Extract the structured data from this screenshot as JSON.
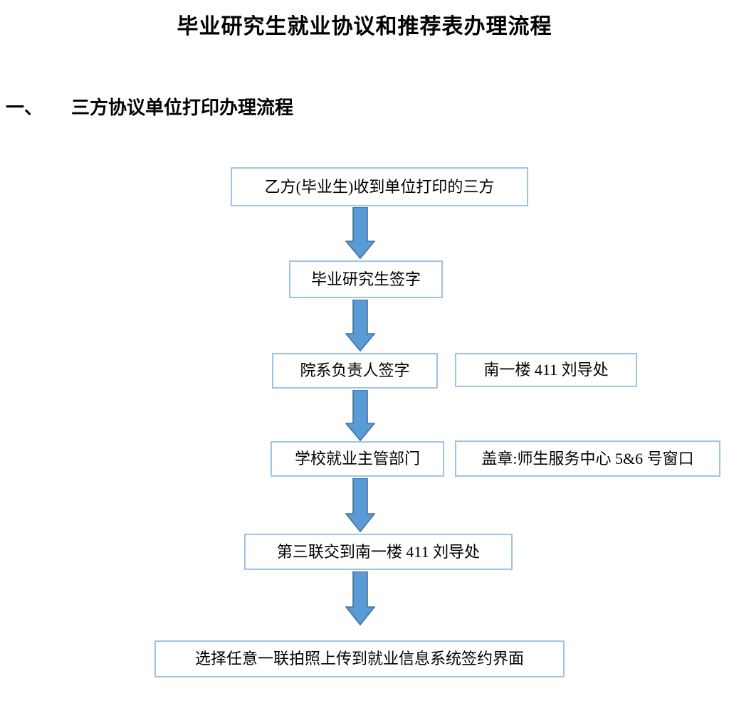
{
  "document": {
    "title": "毕业研究生就业协议和推荐表办理流程",
    "section": {
      "number": "一、",
      "heading": "三方协议单位打印办理流程"
    }
  },
  "colors": {
    "box_border": "#9DC3E6",
    "box_fill": "#FFFFFF",
    "arrow_fill": "#5B9BD5",
    "arrow_stroke": "#41719C",
    "text": "#000000"
  },
  "flow": {
    "steps": [
      {
        "id": "step-1",
        "label": "乙方(毕业生)收到单位打印的三方"
      },
      {
        "id": "step-2",
        "label": "毕业研究生签字"
      },
      {
        "id": "step-3",
        "label": "院系负责人签字"
      },
      {
        "id": "step-4",
        "label": "学校就业主管部门"
      },
      {
        "id": "step-5",
        "label": "第三联交到南一楼 411 刘导处"
      },
      {
        "id": "step-6",
        "label": "选择任意一联拍照上传到就业信息系统签约界面"
      }
    ],
    "notes": [
      {
        "id": "note-1",
        "label": "南一楼 411 刘导处",
        "for_step": "step-3"
      },
      {
        "id": "note-2",
        "label": "盖章:师生服务中心 5&6 号窗口",
        "for_step": "step-4"
      }
    ],
    "connectors": [
      {
        "id": "arrow-1",
        "from": "step-1",
        "to": "step-2",
        "direction": "down"
      },
      {
        "id": "arrow-2",
        "from": "step-2",
        "to": "step-3",
        "direction": "down"
      },
      {
        "id": "arrow-3",
        "from": "step-3",
        "to": "step-4",
        "direction": "down"
      },
      {
        "id": "arrow-4",
        "from": "step-4",
        "to": "step-5",
        "direction": "down"
      },
      {
        "id": "arrow-5",
        "from": "step-5",
        "to": "step-6",
        "direction": "down"
      }
    ]
  }
}
